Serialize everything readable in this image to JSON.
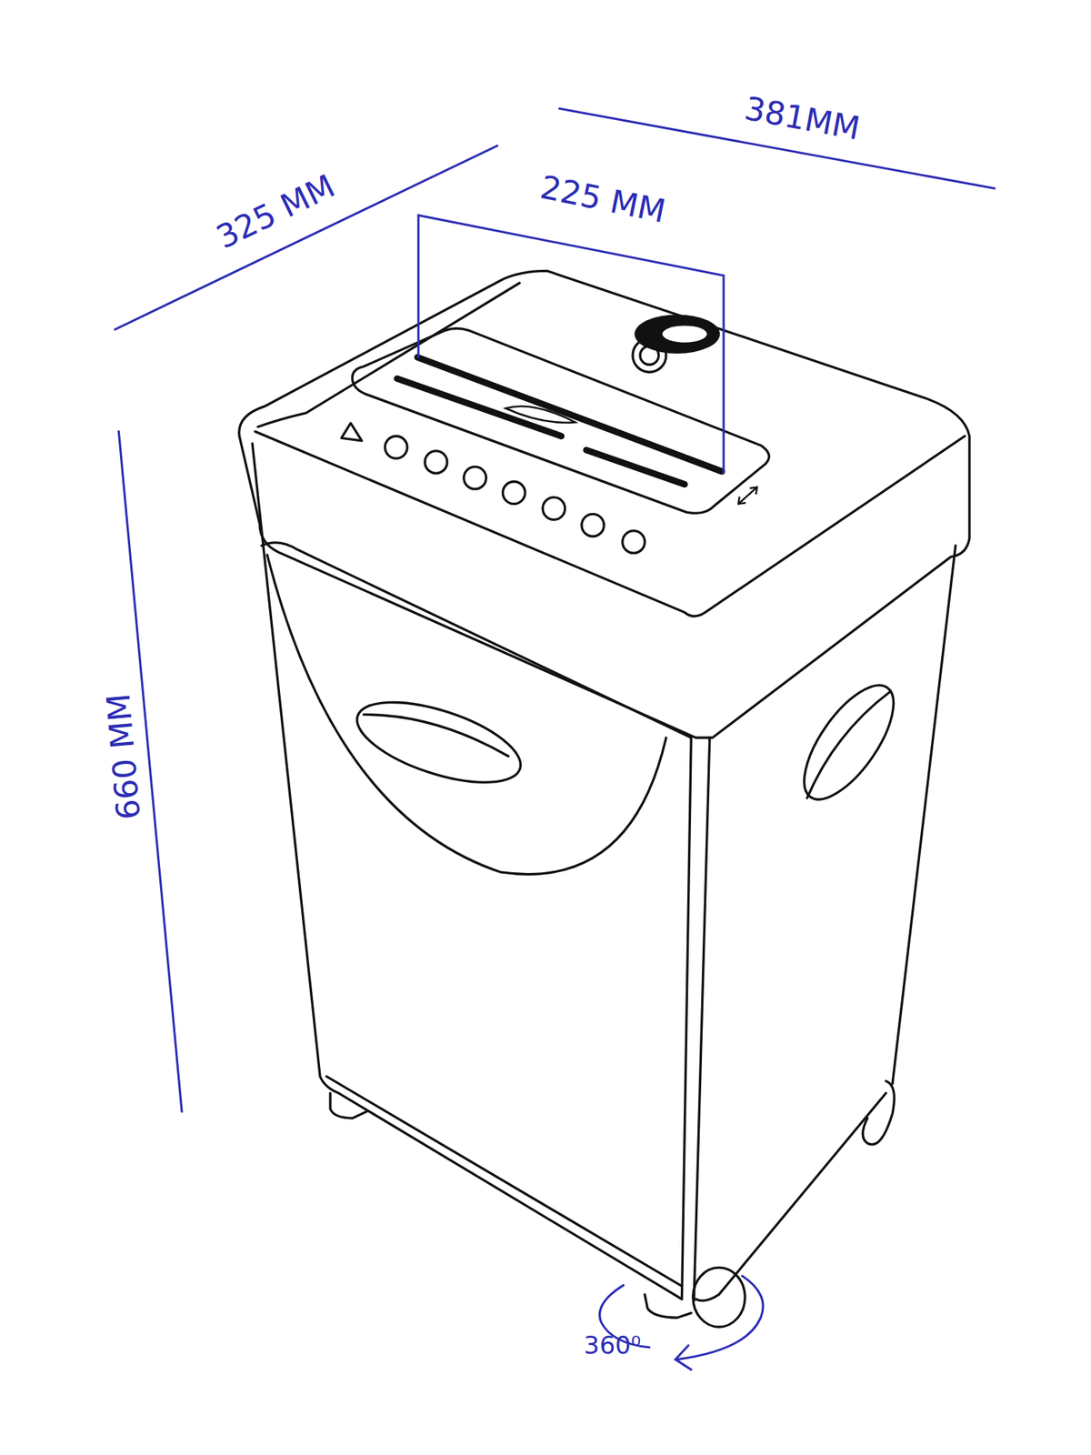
{
  "diagram": {
    "labels": [
      "381MM",
      "325 MM",
      "225 MM",
      "660 MM",
      "360⁰"
    ]
  }
}
